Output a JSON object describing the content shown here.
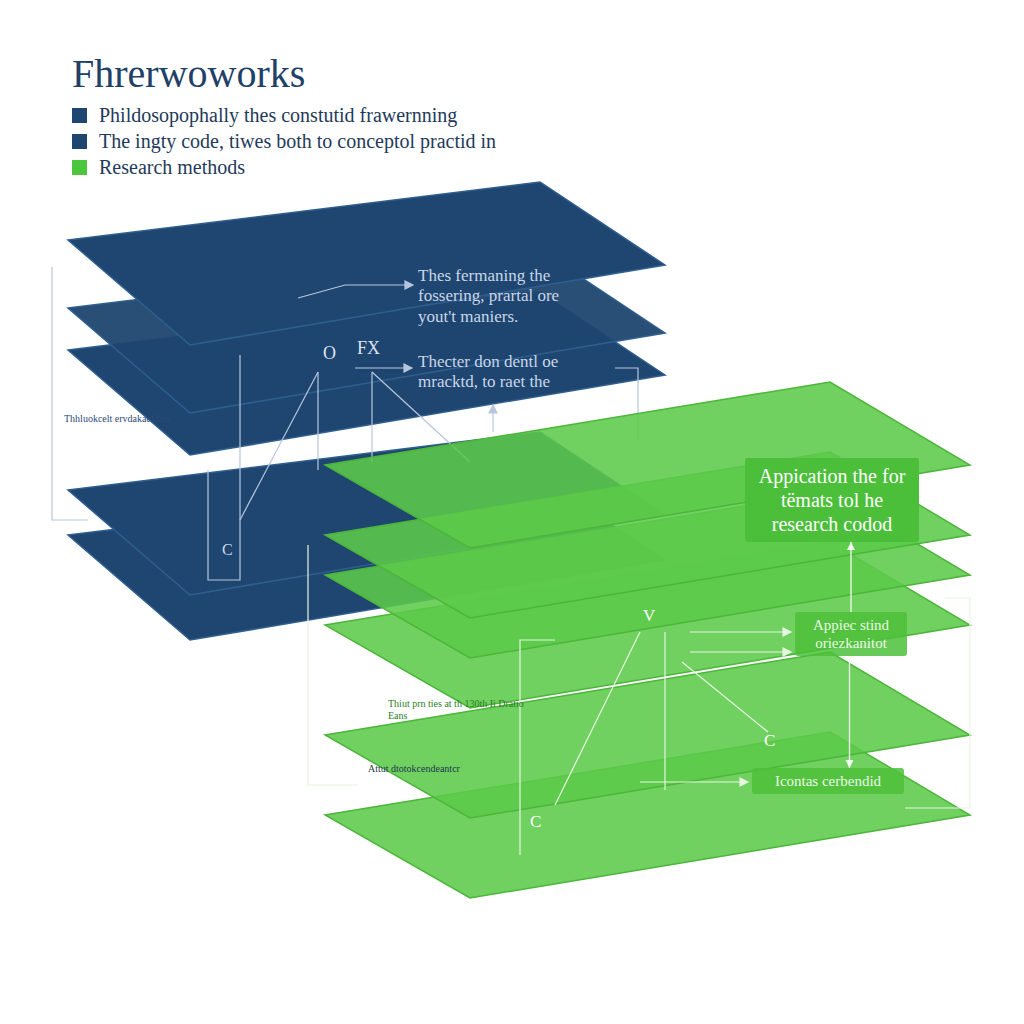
{
  "diagram": {
    "title": "Fhrerwoworks",
    "nodes": [
      {
        "text": [
          "Appication the for tëmats tol he research codod"
        ]
      },
      {
        "text": [
          "Appiec stind oriezkanitot"
        ]
      },
      {
        "text": [
          "Icontas cerbendid"
        ]
      }
    ],
    "edges": [
      {
        "from": 1,
        "to": 0,
        "arrow": "to"
      },
      {
        "from": 1,
        "to": 2,
        "arrow": "to"
      }
    ],
    "labels": [
      "Thes fermaning the fossering, prartal ore yout't maniers.",
      "Thecter don dentl oe mracktd, to raet the",
      "O",
      "FX",
      "C",
      "Thhluokcelt ervdakaeldnts",
      "V",
      "C",
      "Thiut prn ties at th 130th Ii Dratio Eans",
      "Attut dtotokcendeantcr",
      "C"
    ],
    "legend": [
      {
        "text": "Phildosopophally thes constutid frawernning",
        "color": "#1f4670"
      },
      {
        "text": "The ingty code, tiwes both to conceptol practid in",
        "color": "#1f4670"
      },
      {
        "text": "Research methods",
        "color": "#4cc63c"
      }
    ]
  }
}
